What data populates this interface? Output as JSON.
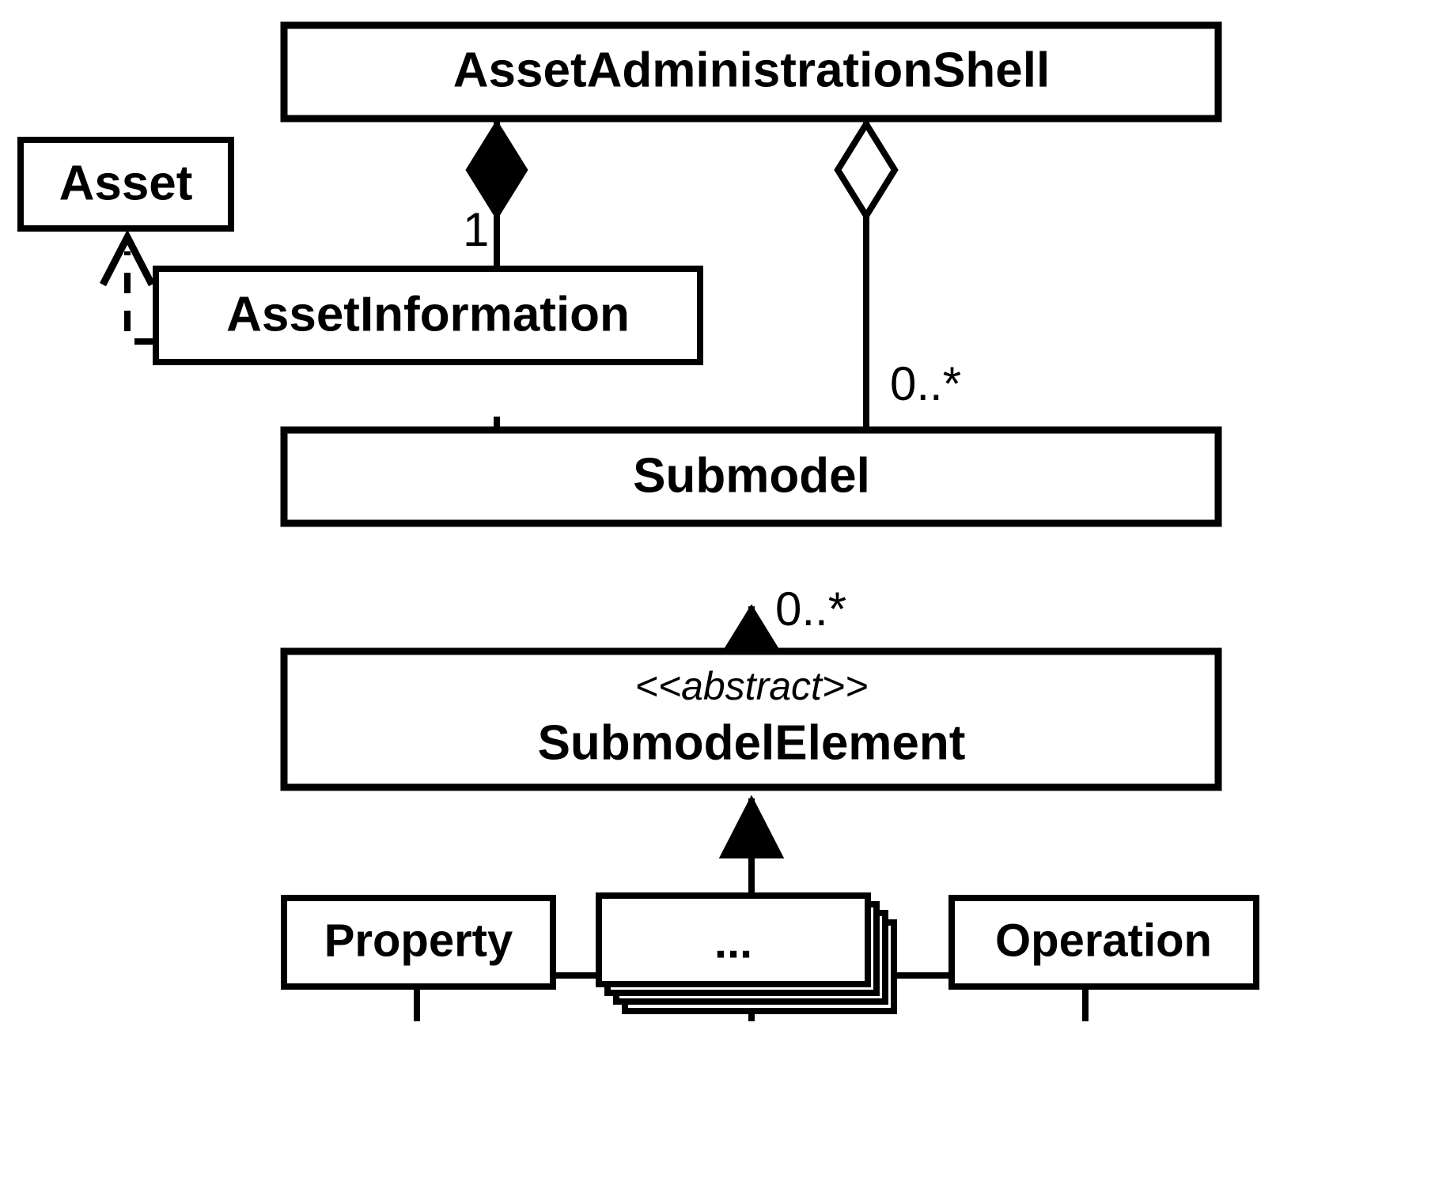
{
  "diagram": {
    "title": "Asset Administration Shell UML class diagram",
    "type": "uml-class-diagram",
    "background_color": "#ffffff",
    "line_color": "#000000"
  },
  "classes": {
    "asset_administration_shell": {
      "name": "AssetAdministrationShell"
    },
    "asset": {
      "name": "Asset"
    },
    "asset_information": {
      "name": "AssetInformation"
    },
    "submodel": {
      "name": "Submodel"
    },
    "submodel_element": {
      "name": "SubmodelElement",
      "stereotype": "<<abstract>>"
    },
    "property": {
      "name": "Property"
    },
    "ellipsis": {
      "name": "..."
    },
    "operation": {
      "name": "Operation"
    }
  },
  "multiplicities": {
    "aas_to_assetinformation": "1",
    "aas_to_submodel": "0..*",
    "submodel_to_submodelelement": "0..*"
  },
  "relationships": [
    {
      "name": "composition-aas-assetinformation",
      "from": "AssetAdministrationShell",
      "to": "AssetInformation",
      "kind": "composition",
      "multiplicity": "1"
    },
    {
      "name": "aggregation-aas-submodel",
      "from": "AssetAdministrationShell",
      "to": "Submodel",
      "kind": "aggregation",
      "multiplicity": "0..*"
    },
    {
      "name": "dependency-assetinformation-asset",
      "from": "AssetInformation",
      "to": "Asset",
      "kind": "dependency"
    },
    {
      "name": "dependency-assetinformation-submodel",
      "from": "AssetInformation",
      "to": "Submodel",
      "kind": "dependency"
    },
    {
      "name": "composition-submodel-submodelelement",
      "from": "Submodel",
      "to": "SubmodelElement",
      "kind": "composition",
      "multiplicity": "0..*"
    },
    {
      "name": "generalization-property-submodelelement",
      "from": "Property",
      "to": "SubmodelElement",
      "kind": "generalization"
    },
    {
      "name": "generalization-ellipsis-submodelelement",
      "from": "...",
      "to": "SubmodelElement",
      "kind": "generalization"
    },
    {
      "name": "generalization-operation-submodelelement",
      "from": "Operation",
      "to": "SubmodelElement",
      "kind": "generalization"
    }
  ]
}
